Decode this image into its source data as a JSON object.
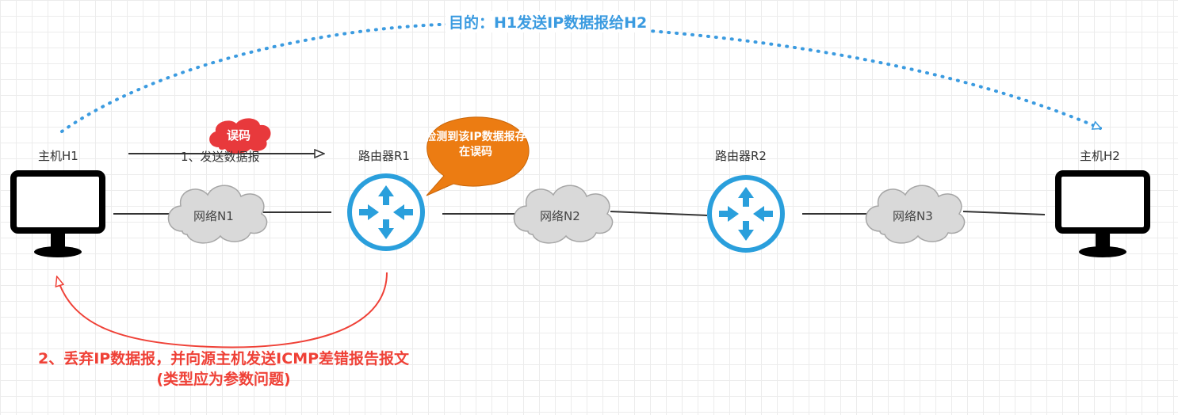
{
  "goal_label": "目的：H1发送IP数据报给H2",
  "nodes": {
    "host_h1": "主机H1",
    "router_r1": "路由器R1",
    "router_r2": "路由器R2",
    "host_h2": "主机H2"
  },
  "networks": {
    "n1": "网络N1",
    "n2": "网络N2",
    "n3": "网络N3"
  },
  "step1_label": "1、发送数据报",
  "error_badge": "误码",
  "detect_bubble": "检测到该IP数据报存在误码",
  "step2": {
    "line1": "2、丢弃IP数据报，并向源主机发送ICMP差错报告报文",
    "line2": "(类型应为参数问题)"
  },
  "colors": {
    "goal_blue": "#3b9be0",
    "router_blue": "#2a9fdc",
    "bubble_orange": "#ec7c12",
    "badge_red": "#e8393c",
    "step2_red": "#ef4137",
    "cloud_fill": "#d9d9d9"
  }
}
